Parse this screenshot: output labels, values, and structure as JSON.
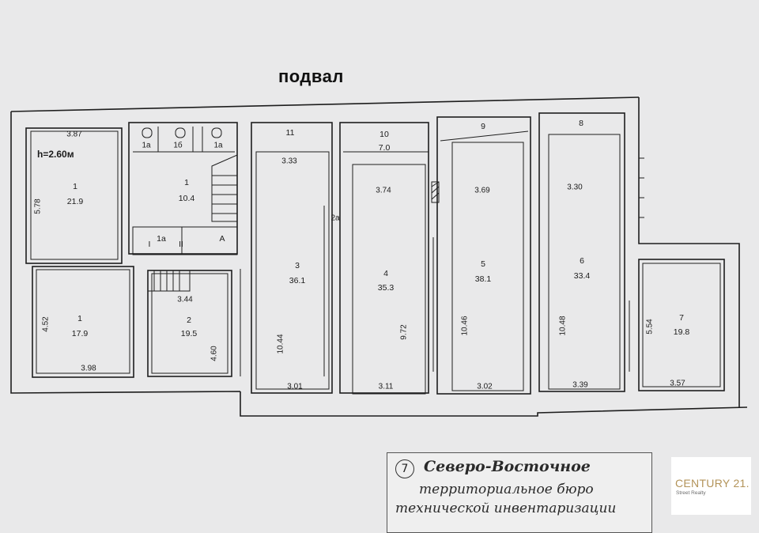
{
  "title": "подвал",
  "ceiling_height": "h=2.60м",
  "rooms": [
    {
      "id": "left-1-top",
      "number": "1",
      "area": "21.9"
    },
    {
      "id": "toilets-1",
      "number": "1",
      "area": "10.4"
    },
    {
      "id": "left-1-bottom",
      "number": "1",
      "area": "17.9"
    },
    {
      "id": "room-2",
      "number": "2",
      "area": "19.5"
    },
    {
      "id": "room-3",
      "number": "3",
      "area": "36.1"
    },
    {
      "id": "room-4",
      "number": "4",
      "area": "35.3"
    },
    {
      "id": "room-5",
      "number": "5",
      "area": "38.1"
    },
    {
      "id": "room-6",
      "number": "6",
      "area": "33.4"
    },
    {
      "id": "room-7",
      "number": "7",
      "area": "19.8"
    },
    {
      "id": "room-10",
      "number": "10",
      "area": "7.0"
    }
  ],
  "small_labels": [
    "11",
    "9",
    "8",
    "1а",
    "1б",
    "1а",
    "1а",
    "I",
    "II",
    "А",
    "2а"
  ],
  "dimensions": [
    "3.87",
    "5.78",
    "4.52",
    "3.98",
    "3.44",
    "4.60",
    "3.33",
    "10.44",
    "3.01",
    "3.74",
    "9.72",
    "3.11",
    "3.69",
    "10.46",
    "3.02",
    "3.30",
    "10.48",
    "3.39",
    "5.54",
    "3.57"
  ],
  "stamp": {
    "circle_number": "7",
    "line1": "Северо-Восточное",
    "line2": "территориальное бюро",
    "line3": "технической инвентаризации"
  },
  "logo": {
    "name": "CENTURY 21.",
    "sub": "Street Realty"
  },
  "colors": {
    "paper": "#e9e9ea",
    "wall": "#1e1e1e",
    "logo_gold": "#b39359"
  }
}
